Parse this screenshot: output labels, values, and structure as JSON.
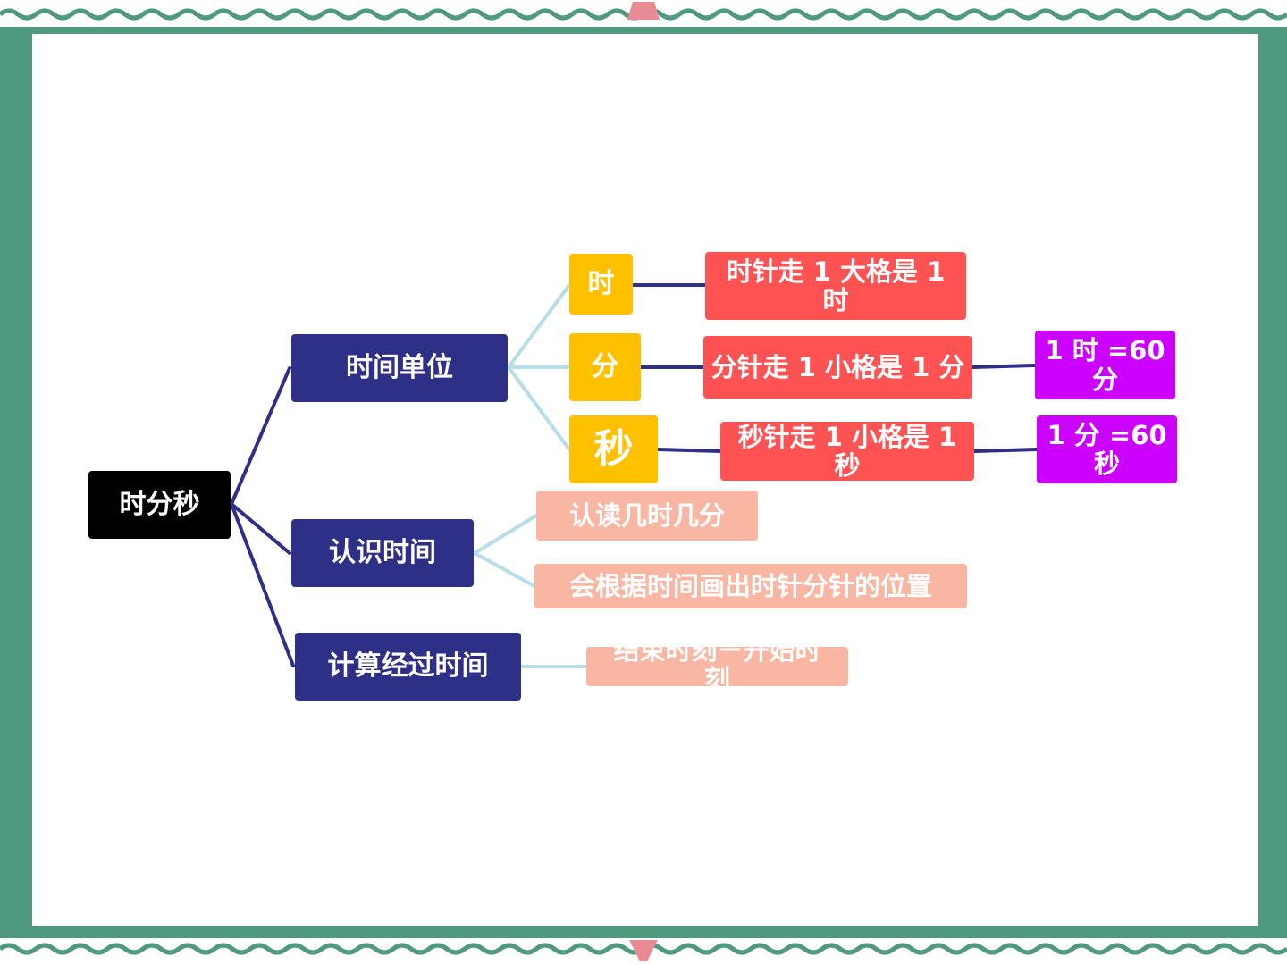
{
  "mindmap": {
    "root": "时分秒",
    "branches": {
      "units": {
        "label": "时间单位",
        "hour": {
          "label": "时",
          "desc": "时针走 1 大格是 1 时"
        },
        "minute": {
          "label": "分",
          "desc": "分针走 1 小格是 1 分",
          "conversion": "1 时 =60 分"
        },
        "second": {
          "label": "秒",
          "desc": "秒针走 1 小格是 1 秒",
          "conversion": "1 分 =60 秒"
        }
      },
      "reading": {
        "label": "认识时间",
        "item1": "认读几时几分",
        "item2": "会根据时间画出时针分针的位置"
      },
      "elapsed": {
        "label": "计算经过时间",
        "item1": "结束时刻－开始时刻"
      }
    }
  },
  "colors": {
    "frame": "#4f9a7e",
    "root": "#000000",
    "level1": "#2e2f86",
    "unit": "#ffc000",
    "desc": "#ff5353",
    "conversion": "#cc00ff",
    "peach": "#f9b6a2",
    "connector_dark": "#2e2f86",
    "connector_light": "#b7dde8"
  }
}
